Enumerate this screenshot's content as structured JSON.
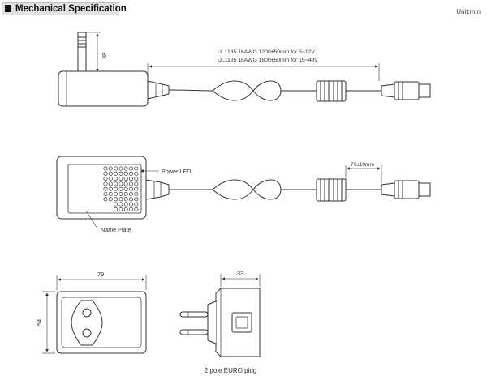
{
  "header": {
    "title": "Mechanical Specification"
  },
  "unit_label": "Unit:mm",
  "top_view": {
    "dim_pin_height": "38",
    "cable_spec_line1": "UL1185 16AWG 1200±50mm for 5~12V",
    "cable_spec_line2": "UL1185 18AWG 1800±50mm for 15~48V"
  },
  "front_view": {
    "power_led_label": "Power LED",
    "name_plate_label": "Name Plate",
    "dim_plug_length": "70±10mm"
  },
  "bottom_views": {
    "dim_width": "79",
    "dim_height": "54",
    "dim_depth": "33",
    "plug_caption": "2 pole EURO plug"
  }
}
